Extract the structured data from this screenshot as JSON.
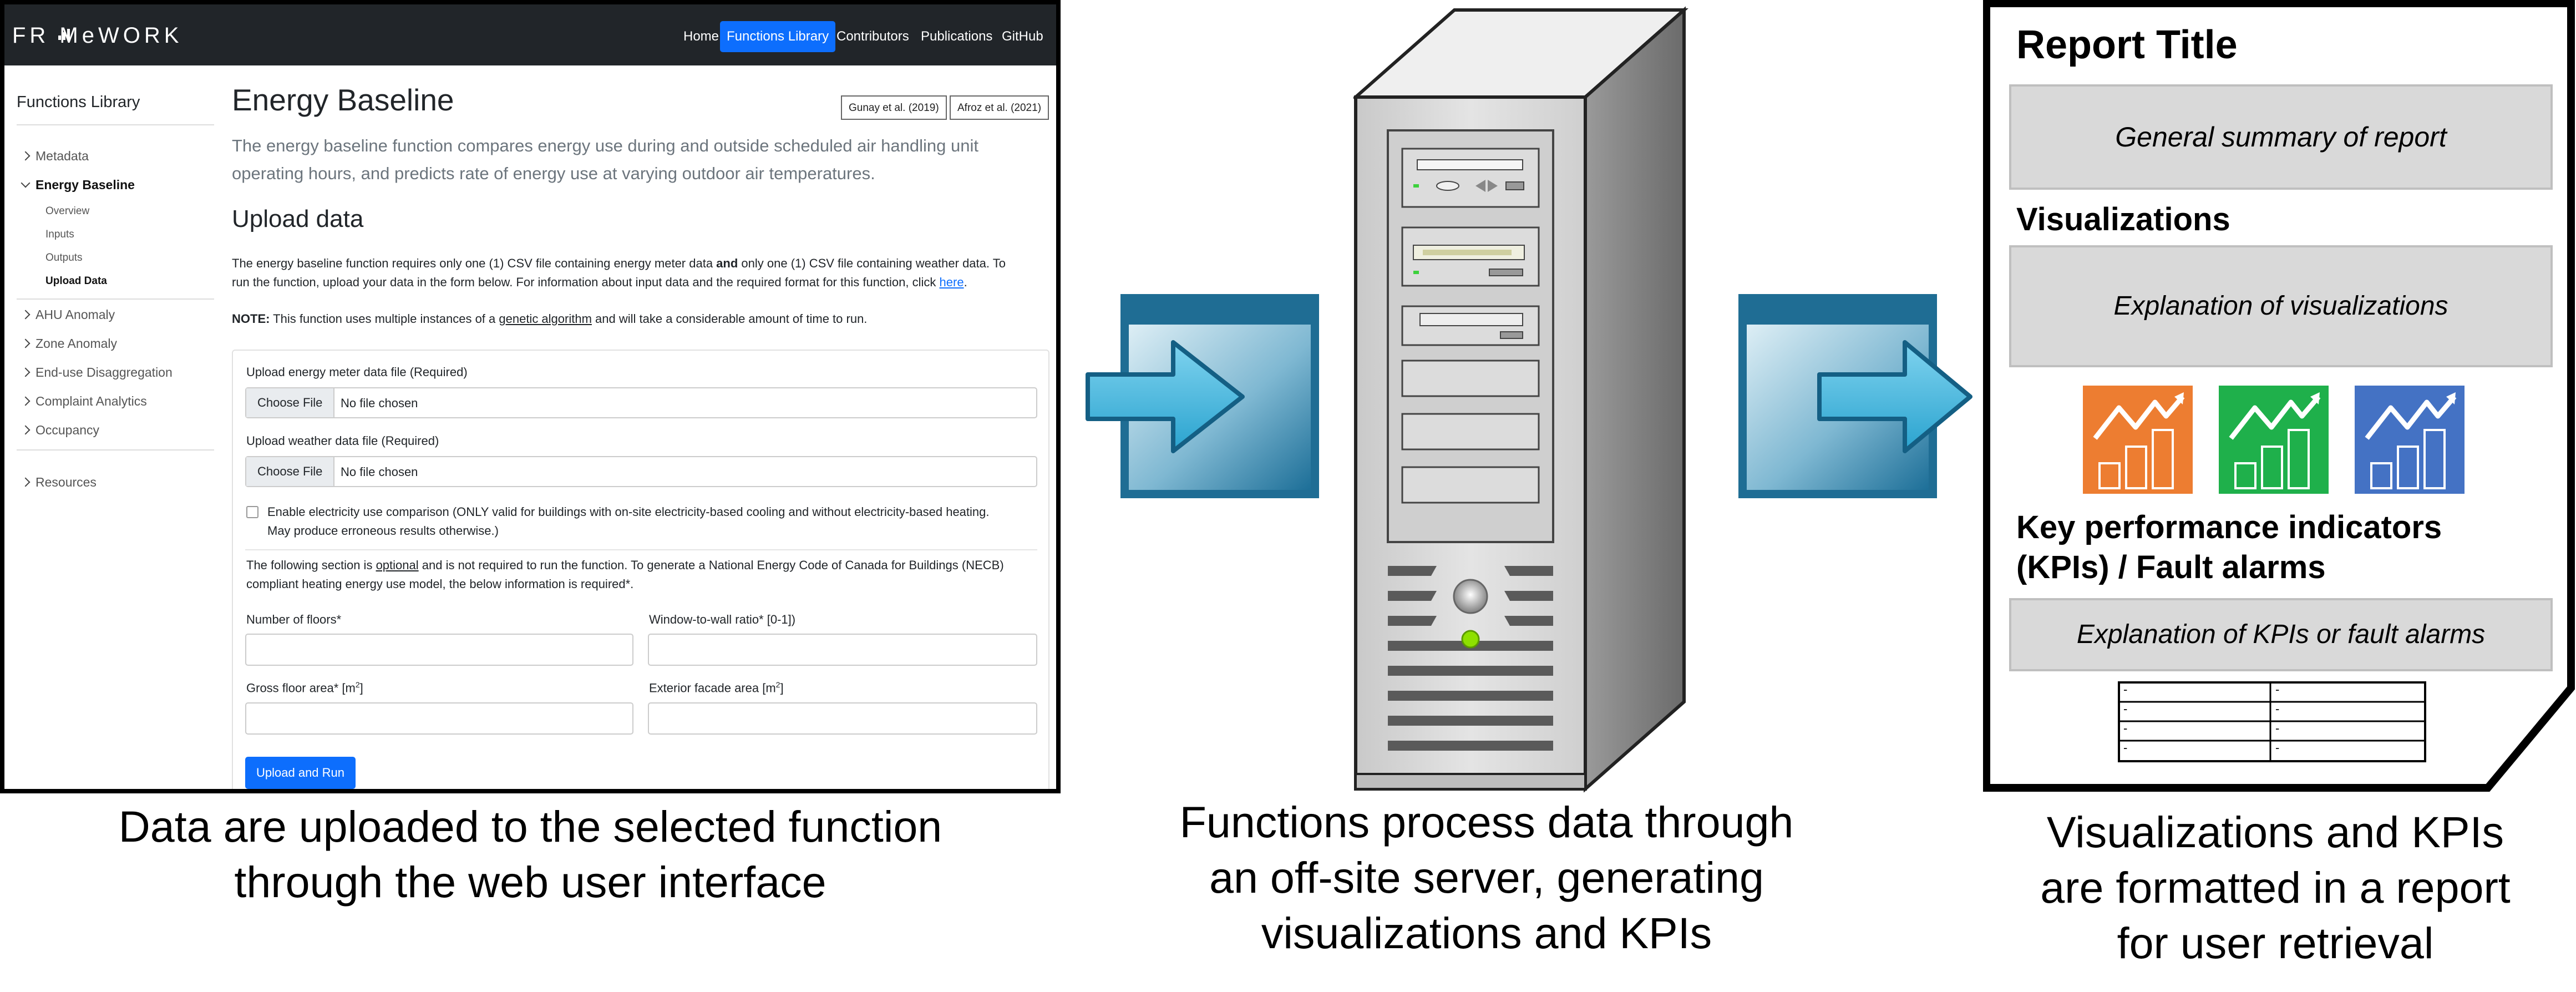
{
  "screenshot": {
    "navbar": {
      "brand": "FR MeWORK",
      "links": [
        "Home",
        "Functions Library",
        "Contributors",
        "Publications",
        "GitHub"
      ],
      "active": "Functions Library"
    },
    "sidebar": {
      "title": "Functions Library",
      "items": [
        "Metadata",
        "Energy Baseline",
        "AHU Anomaly",
        "Zone Anomaly",
        "End-use Disaggregation",
        "Complaint Analytics",
        "Occupancy",
        "Resources"
      ],
      "subitems": [
        "Overview",
        "Inputs",
        "Outputs",
        "Upload Data"
      ]
    },
    "main": {
      "title": "Energy Baseline",
      "citations": [
        "Gunay et al. (2019)",
        "Afroz et al. (2021)"
      ],
      "lead_line1": "The energy baseline function compares energy use during and outside scheduled air handling unit",
      "lead_line2": "operating hours, and predicts rate of energy use at varying outdoor air temperatures.",
      "upload_heading": "Upload data",
      "para1_part1": "The energy baseline function requires only one (1) CSV file containing energy meter data ",
      "para1_and": "and",
      "para1_part2": " only one (1) CSV file containing weather data. To",
      "para1_line2_part1": "run the function, upload your data in the form below. For information about input data and the required format for this function, click ",
      "para1_link": "here",
      "para1_line2_end": ".",
      "note_label": "NOTE:",
      "note_part1": " This function uses multiple instances of a ",
      "note_link": "genetic algorithm",
      "note_part2": " and will take a considerable amount of time to run.",
      "form": {
        "energy_label": "Upload energy meter data file (Required)",
        "weather_label": "Upload weather data file (Required)",
        "choose_file": "Choose File",
        "no_file": "No file chosen",
        "checkbox_line1": "Enable electricity use comparison (ONLY valid for buildings with on-site electricity-based cooling and without electricity-based heating.",
        "checkbox_line2": "May produce erroneous results otherwise.)",
        "optional_part1": "The following section is ",
        "optional_link": "optional",
        "optional_part2": " and is not required to run the function. To generate a National Energy Code of Canada for Buildings (NECB)",
        "optional_line2": "compliant heating energy use model, the below information is required*.",
        "floors_label": "Number of floors*",
        "wwr_label": "Window-to-wall ratio* [0-1])",
        "gfa_label": "Gross floor area* [m",
        "facade_label": "Exterior facade area [m",
        "sup2": "2",
        "bracket": "]",
        "run_button": "Upload and Run"
      }
    }
  },
  "report": {
    "title": "Report Title",
    "summary": "General summary of report",
    "visualizations_heading": "Visualizations",
    "visualizations_text": "Explanation of visualizations",
    "kpi_heading_line1": "Key performance indicators",
    "kpi_heading_line2": "(KPIs) / Fault alarms",
    "kpi_text": "Explanation of KPIs or fault alarms",
    "table_cell": "-",
    "tile_colors": [
      "#ed7d31",
      "#1fb04b",
      "#4472c4"
    ]
  },
  "captions": {
    "left_line1": "Data are uploaded to the selected function",
    "left_line2": "through the web user interface",
    "middle_line1": "Functions process data through",
    "middle_line2": "an off-site server, generating",
    "middle_line3": "visualizations and KPIs",
    "right_line1": "Visualizations and KPIs",
    "right_line2": "are formatted in a report",
    "right_line3": "for user retrieval"
  },
  "icons": [
    "transfer-arrow-icon",
    "server-tower-icon",
    "report-document-icon",
    "chart-tile-icon"
  ]
}
